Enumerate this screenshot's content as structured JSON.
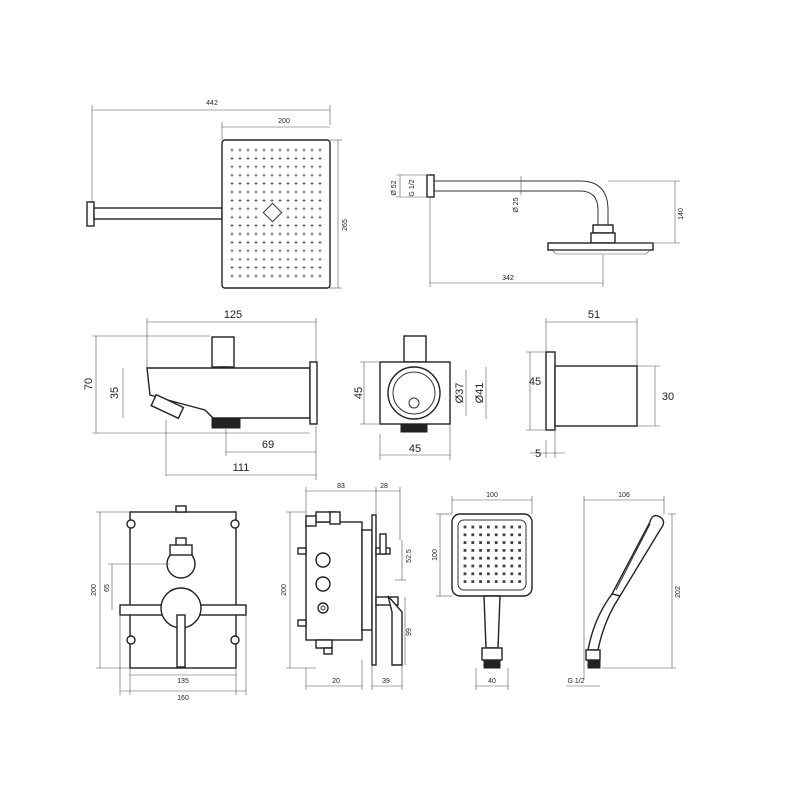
{
  "labels": {
    "shower_head_overall_len": "442",
    "shower_head_width": "200",
    "shower_head_height": "265",
    "arm_flange_dia": "Ø 52",
    "arm_thread": "G 1/2",
    "arm_dia": "Ø 25",
    "arm_length": "342",
    "arm_drop": "140",
    "spout_length": "125",
    "spout_height": "70",
    "spout_body_height": "35",
    "spout_outlet_offset": "69",
    "spout_total_depth": "111",
    "diverter_height": "45",
    "diverter_width": "45",
    "diverter_inner_dia": "Ø37",
    "diverter_outer_dia": "Ø41",
    "elbow_depth": "51",
    "elbow_height": "45",
    "elbow_body": "30",
    "elbow_plate": "5",
    "mixer_height": "200",
    "mixer_handle_offset": "65",
    "mixer_inner_width": "135",
    "mixer_width": "160",
    "box_depth": "83",
    "box_plate": "28",
    "box_height": "200",
    "box_offset_1": "52.5",
    "box_offset_2": "99",
    "box_bottom_left": "20",
    "box_bottom_right": "39",
    "handshower_width": "100",
    "handshower_head_height": "100",
    "handshower_hose_dia": "40",
    "handshower_side_depth": "106",
    "handshower_length": "202",
    "handshower_thread": "G 1/2"
  }
}
